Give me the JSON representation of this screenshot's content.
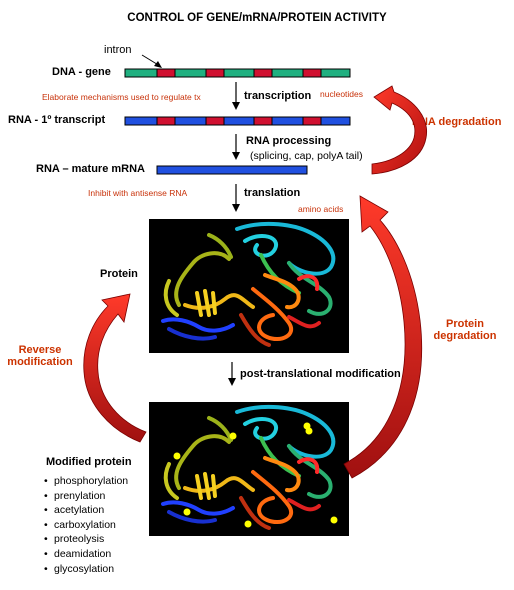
{
  "title": "CONTROL OF GENE/mRNA/PROTEIN ACTIVITY",
  "intron_label": "intron",
  "dna_label": "DNA - gene",
  "rna1_label": "RNA -  1º transcript",
  "mrna_label": "RNA – mature mRNA",
  "reg_note": "Elaborate mechanisms used to regulate tx",
  "transcription_label": "transcription",
  "nucleotides_label": "nucleotides",
  "rna_processing_label": "RNA processing",
  "rna_processing_sub": "(splicing, cap, polyA tail)",
  "antisense_note": "Inhibit with antisense RNA",
  "translation_label": "translation",
  "amino_acids_label": "amino acids",
  "rna_degradation_label": "RNA degradation",
  "protein_label": "Protein",
  "protein_degradation_label": "Protein degradation",
  "reverse_modification_label": "Reverse modification",
  "ptm_label": "post-translational modification",
  "modified_protein_label": "Modified protein",
  "modifications": [
    "phosphorylation",
    "prenylation",
    "acetylation",
    "carboxylation",
    "proteolysis",
    "deamidation",
    "glycosylation"
  ],
  "colors": {
    "exon_dna": "#20b080",
    "exon_rna": "#2050e0",
    "intron": "#d01030",
    "arrow_red": "#d01818",
    "label_red": "#cc3300"
  }
}
